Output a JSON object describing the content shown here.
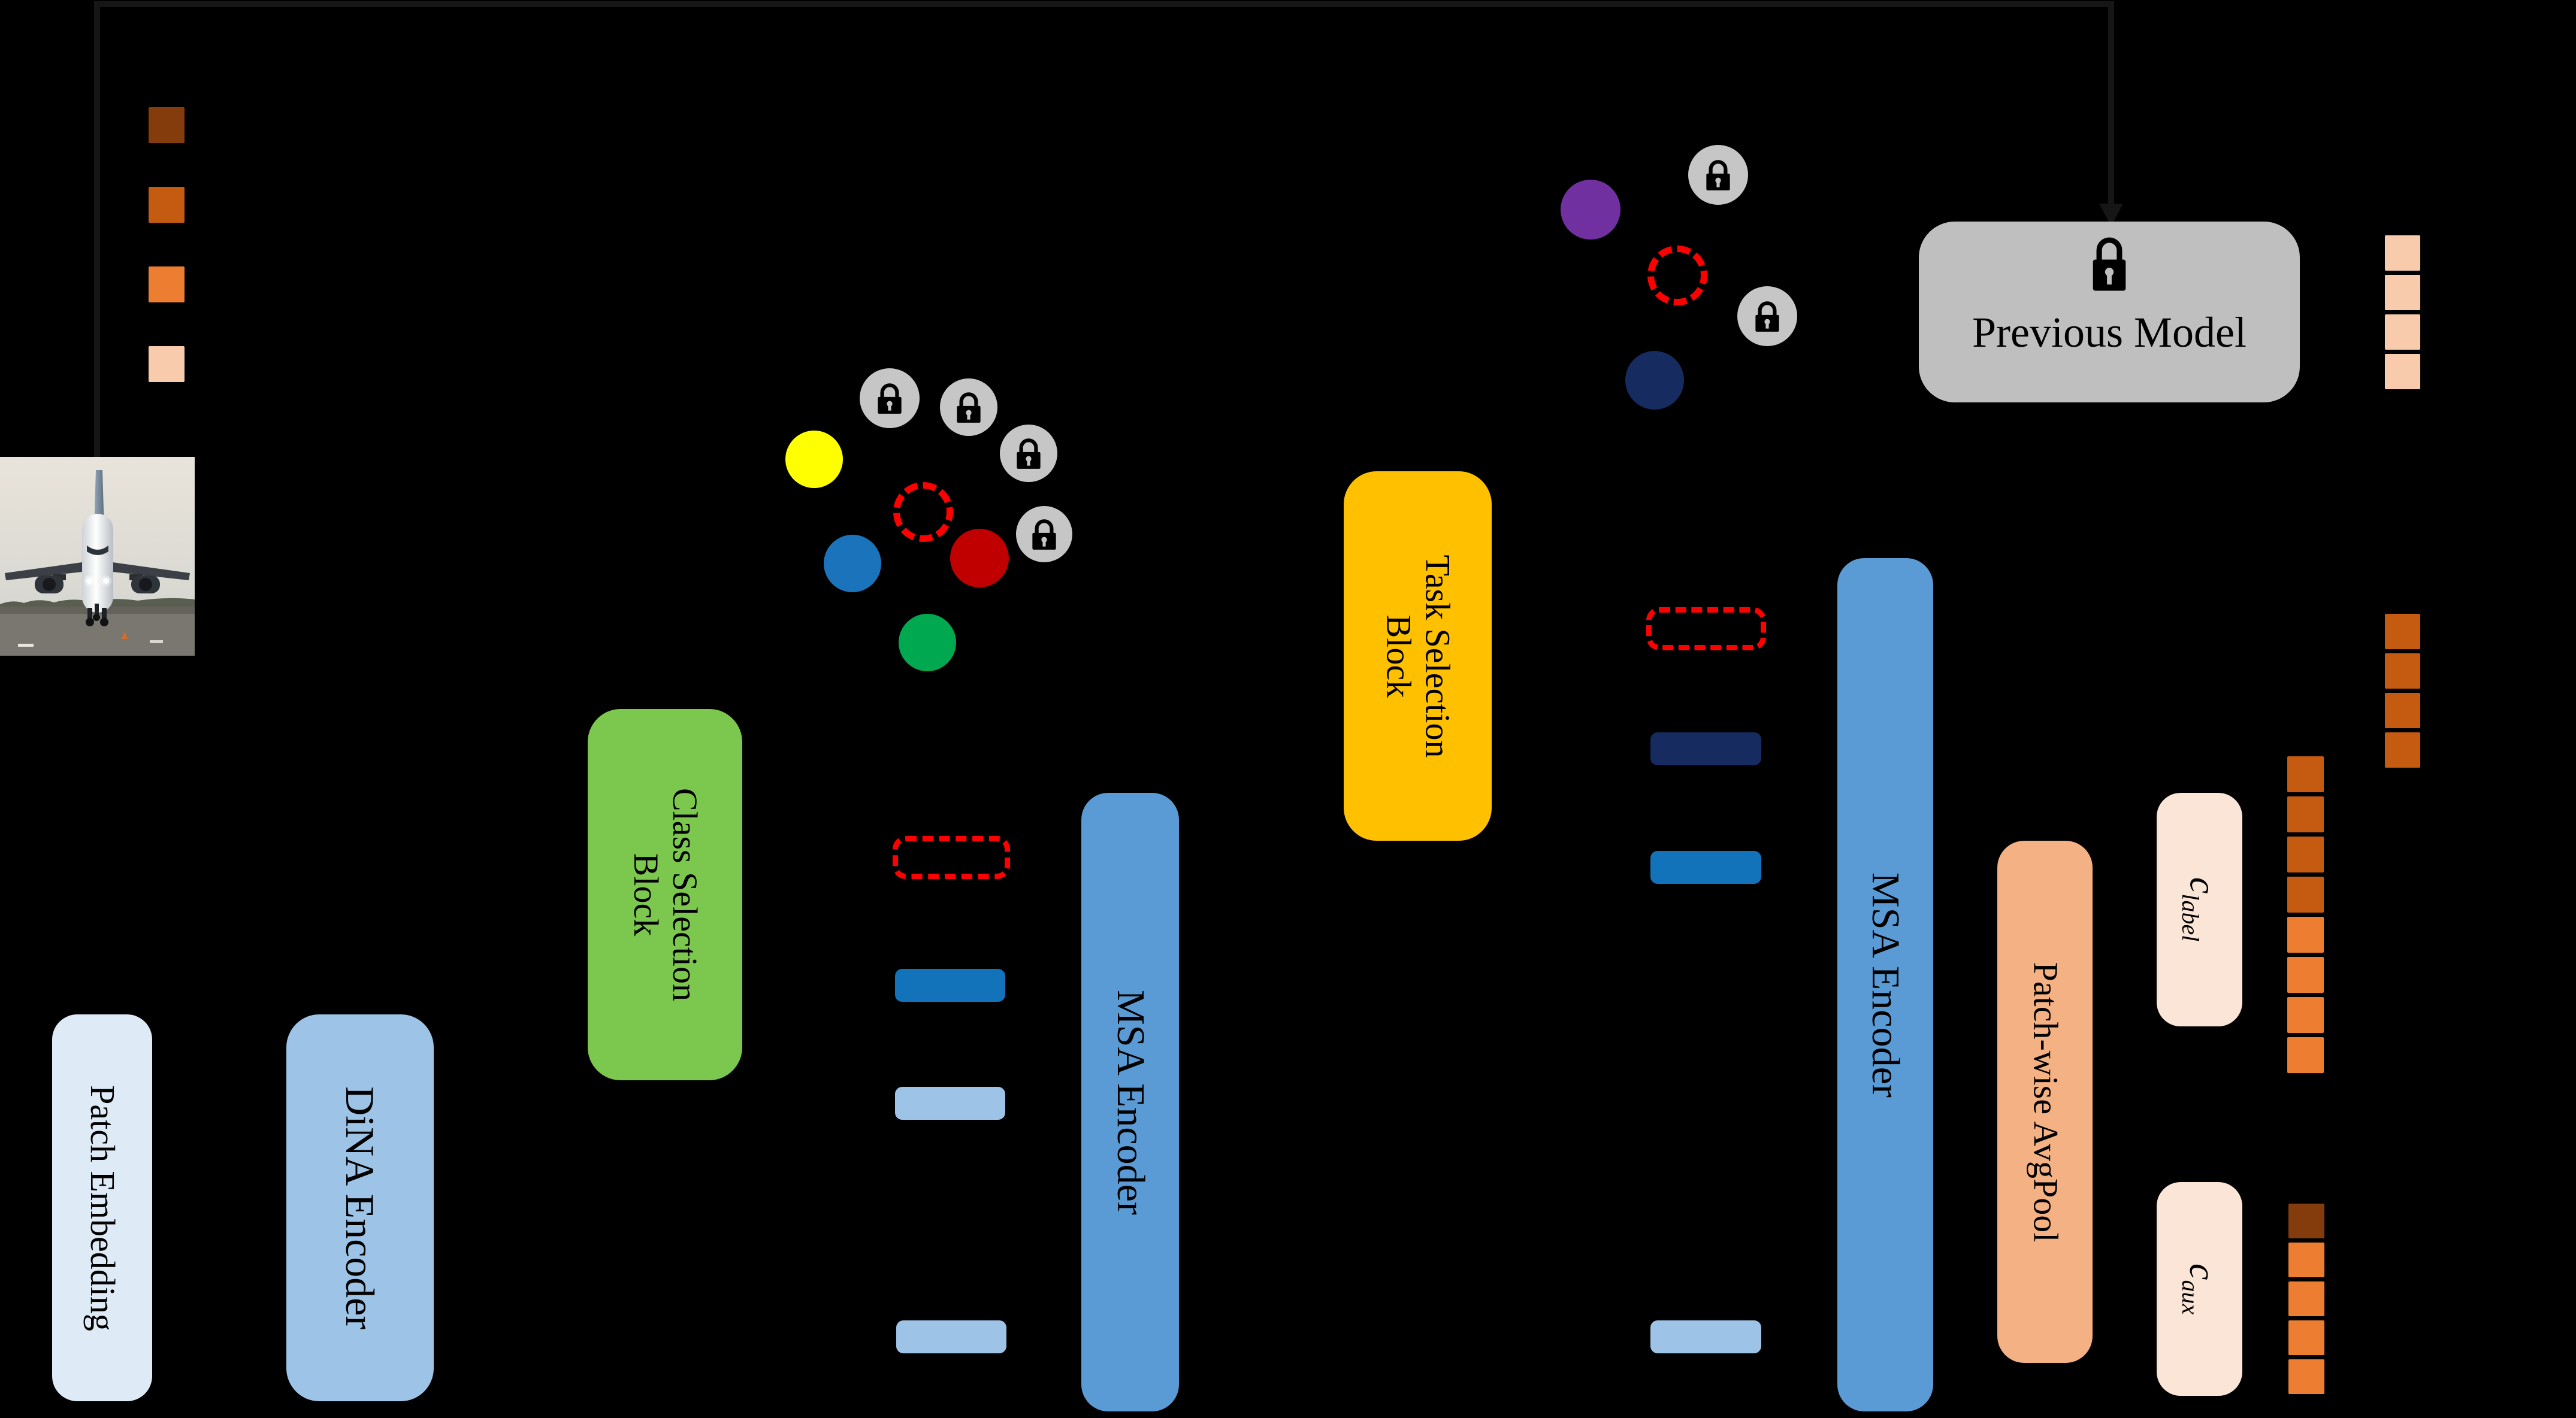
{
  "palette": {
    "background": "#000000",
    "connector_line": "#161616",
    "box_blue": "#5B9BD5",
    "box_light_blue": "#9DC3E6",
    "box_pale_blue": "#DEEBF7",
    "box_green": "#7CC84E",
    "box_gold": "#FFC000",
    "box_peach": "#F4B183",
    "box_pale_peach": "#FBE5D6",
    "box_gray": "#BFBFBF",
    "lock_badge": "#C6C6C6",
    "dashed_red": "#FF0000",
    "token_dark_brown": "#843C0C",
    "token_dark_orange": "#C55A11",
    "token_orange": "#ED7D31",
    "token_pale_orange": "#F8CBAD",
    "token_navy": "#162C60",
    "token_blue": "#1272BA",
    "token_light_blue": "#9DC3E6",
    "circle_yellow": "#FFFF00",
    "circle_blue": "#1B74BB",
    "circle_red": "#C00000",
    "circle_green": "#00A94F",
    "circle_purple": "#7030A0",
    "circle_navy": "#162C60"
  },
  "blocks": {
    "patch_embedding": {
      "label": "Patch Embedding"
    },
    "dina_encoder": {
      "label": "DiNA Encoder"
    },
    "class_selection": {
      "label": "Class Selection\nBlock"
    },
    "msa_encoder": {
      "label": "MSA Encoder"
    },
    "task_selection": {
      "label": "Task Selection\nBlock"
    },
    "patchwise_avgpool": {
      "label": "Patch-wise AvgPool"
    },
    "previous_model": {
      "label": "Previous Model",
      "icon": "lock-icon"
    },
    "c_label": {
      "base": "c",
      "sub": "label"
    },
    "c_aux": {
      "base": "c",
      "sub": "aux"
    }
  },
  "icons": [
    "lock-icon",
    "down-arrow-head",
    "airplane-photo"
  ],
  "clusters": {
    "class_prototypes": [
      {
        "kind": "circle",
        "color": "#FFFF00"
      },
      {
        "kind": "lock"
      },
      {
        "kind": "lock"
      },
      {
        "kind": "lock"
      },
      {
        "kind": "lock"
      },
      {
        "kind": "dashed-slot"
      },
      {
        "kind": "circle",
        "color": "#1B74BB"
      },
      {
        "kind": "circle",
        "color": "#C00000"
      },
      {
        "kind": "circle",
        "color": "#00A94F"
      }
    ],
    "task_prototypes": [
      {
        "kind": "circle",
        "color": "#7030A0"
      },
      {
        "kind": "lock"
      },
      {
        "kind": "dashed-slot"
      },
      {
        "kind": "lock"
      },
      {
        "kind": "circle",
        "color": "#162C60"
      }
    ]
  },
  "token_columns": {
    "input_patches": [
      "#843C0C",
      "#C55A11",
      "#ED7D31",
      "#F8CBAD"
    ],
    "previous_model_tokens": [
      "#F8CBAD",
      "#F8CBAD",
      "#F8CBAD",
      "#F8CBAD"
    ],
    "task_query_tokens": [
      "#C55A11",
      "#C55A11",
      "#C55A11",
      "#C55A11"
    ],
    "label_output_tokens": [
      "#C55A11",
      "#C55A11",
      "#C55A11",
      "#C55A11",
      "#ED7D31",
      "#ED7D31",
      "#ED7D31",
      "#ED7D31"
    ],
    "aux_output_tokens": [
      "#843C0C",
      "#ED7D31",
      "#ED7D31",
      "#ED7D31",
      "#ED7D31"
    ]
  },
  "token_bars": {
    "msa1_input": [
      {
        "kind": "dashed-slot"
      },
      {
        "kind": "token",
        "color": "#1272BA"
      },
      {
        "kind": "token",
        "color": "#9DC3E6"
      },
      {
        "kind": "token",
        "color": "#9DC3E6"
      }
    ],
    "msa2_input": [
      {
        "kind": "dashed-slot"
      },
      {
        "kind": "token",
        "color": "#162C60"
      },
      {
        "kind": "token",
        "color": "#1272BA"
      },
      {
        "kind": "token",
        "color": "#9DC3E6"
      }
    ]
  }
}
